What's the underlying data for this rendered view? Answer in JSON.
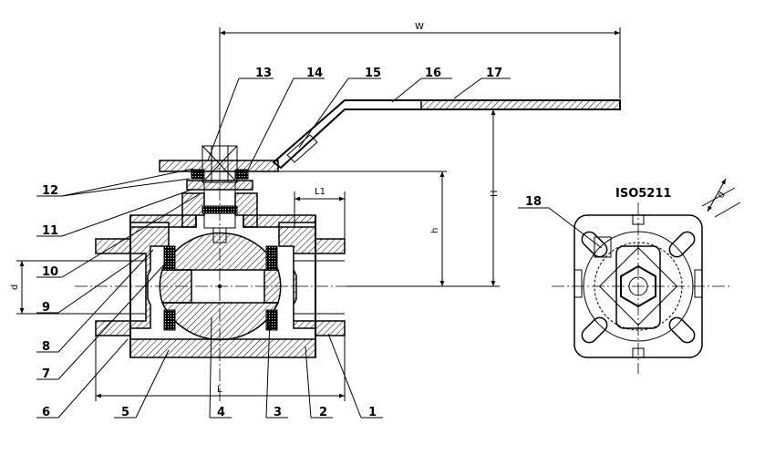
{
  "dimensions": {
    "w": "W",
    "h": "h",
    "H": "H",
    "l": "L",
    "l1": "L1",
    "d_left": "d",
    "d_right": "d"
  },
  "iso_label": "ISO5211",
  "callouts": {
    "c1": "1",
    "c2": "2",
    "c3": "3",
    "c4": "4",
    "c5": "5",
    "c6": "6",
    "c7": "7",
    "c8": "8",
    "c9": "9",
    "c10": "10",
    "c11": "11",
    "c12": "12",
    "c13": "13",
    "c14": "14",
    "c15": "15",
    "c16": "16",
    "c17": "17",
    "c18": "18"
  }
}
